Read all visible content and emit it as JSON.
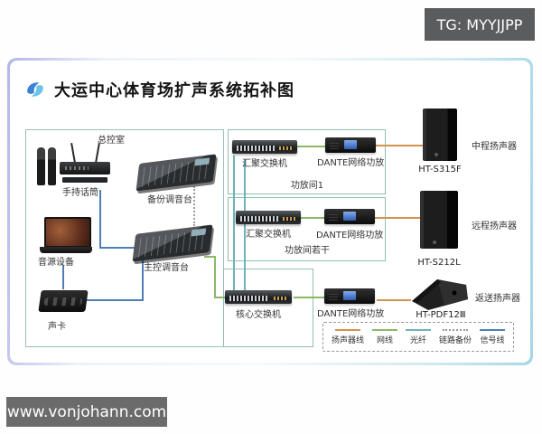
{
  "badges": {
    "tg": "TG: MYYJJPP",
    "website": "www.vonjohann.com"
  },
  "header": {
    "title": "大运中心体育场扩声系统拓补图"
  },
  "colors": {
    "speaker_line": "#d4924e",
    "net_line": "#8cb868",
    "fiber_line": "#6fb3b8",
    "backup_line": "#9a9a9a",
    "signal_line": "#4d7fb5"
  },
  "control_room": {
    "label": "总控室",
    "mic_label": "手持话筒",
    "backup_mixer_label": "备份调音台",
    "source_label": "音源设备",
    "main_mixer_label": "主控调音台",
    "soundcard_label": "声卡"
  },
  "rooms": {
    "room1_label": "功放间1",
    "room1_switch": "汇聚交换机",
    "room1_amp": "DANTE网络功放",
    "room2_label": "功放间若干",
    "room2_switch": "汇聚交换机",
    "room2_amp": "DANTE网络功放"
  },
  "core": {
    "switch_label": "核心交换机",
    "amp_label": "DANTE网络功放"
  },
  "speakers": [
    {
      "model": "HT-S315F",
      "label": "中程扬声器"
    },
    {
      "model": "HT-S212L",
      "label": "远程扬声器"
    },
    {
      "model": "HT-PDF12Ⅲ",
      "label": "返送扬声器"
    }
  ],
  "legend": {
    "items": [
      {
        "label": "扬声器线",
        "color_key": "speaker_line",
        "style": "solid"
      },
      {
        "label": "网线",
        "color_key": "net_line",
        "style": "solid"
      },
      {
        "label": "光纤",
        "color_key": "fiber_line",
        "style": "solid"
      },
      {
        "label": "链路备份",
        "color_key": "backup_line",
        "style": "dotted"
      },
      {
        "label": "信号线",
        "color_key": "signal_line",
        "style": "solid"
      }
    ]
  }
}
